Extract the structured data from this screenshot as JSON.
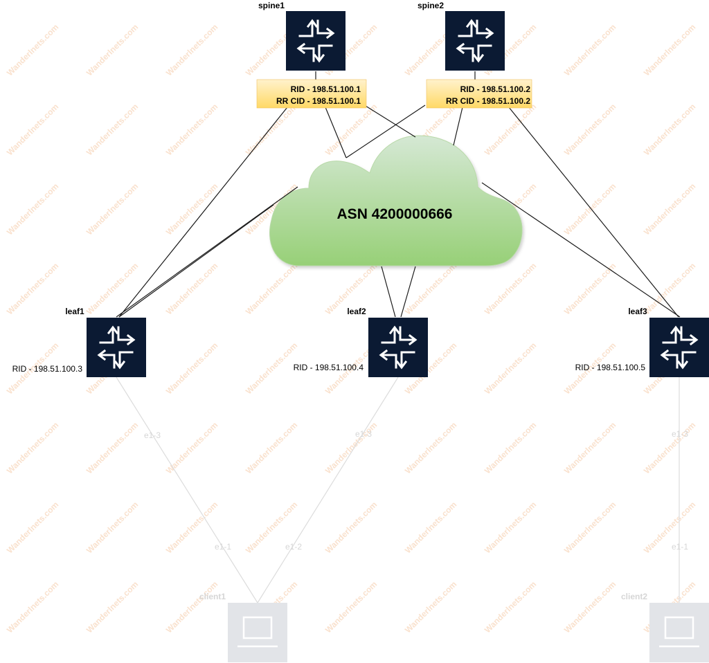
{
  "watermark": {
    "text": "Wanderlnets.com"
  },
  "cloud": {
    "label": "ASN 4200000666"
  },
  "spines": [
    {
      "name": "spine1",
      "rid": "RID - 198.51.100.1",
      "rr_cid": "RR CID - 198.51.100.1"
    },
    {
      "name": "spine2",
      "rid": "RID - 198.51.100.2",
      "rr_cid": "RR CID - 198.51.100.2"
    }
  ],
  "leaves": [
    {
      "name": "leaf1",
      "rid": "RID - 198.51.100.3",
      "port": "e1-3"
    },
    {
      "name": "leaf2",
      "rid": "RID - 198.51.100.4",
      "port": "e1-3"
    },
    {
      "name": "leaf3",
      "rid": "RID - 198.51.100.5",
      "port": "e1-3"
    }
  ],
  "clients": [
    {
      "name": "client1",
      "ports": [
        "e1-1",
        "e1-2"
      ]
    },
    {
      "name": "client2",
      "ports": [
        "e1-1"
      ]
    }
  ],
  "colors": {
    "router_fill": "#0b1a33",
    "rr_box_top": "#fff2cc",
    "rr_box_bottom": "#ffd966",
    "cloud_top": "#d5e8d4",
    "cloud_bottom": "#97d077",
    "client_fill": "#e2e4e8",
    "faded_line": "#dcdcdc"
  }
}
